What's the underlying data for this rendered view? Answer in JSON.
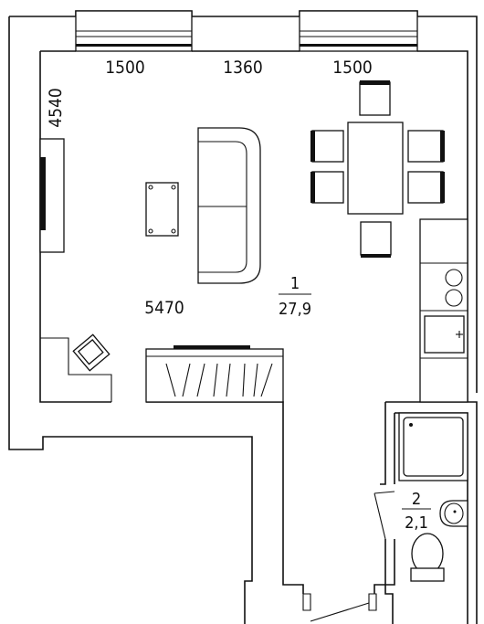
{
  "dimensions": {
    "window_left": "1500",
    "window_middle": "1360",
    "window_right": "1500",
    "room_depth": "4540",
    "room_width": "5470"
  },
  "rooms": [
    {
      "number": "1",
      "area": "27,9"
    },
    {
      "number": "2",
      "area": "2,1"
    }
  ],
  "colors": {
    "line": "#111111",
    "background": "#ffffff"
  }
}
